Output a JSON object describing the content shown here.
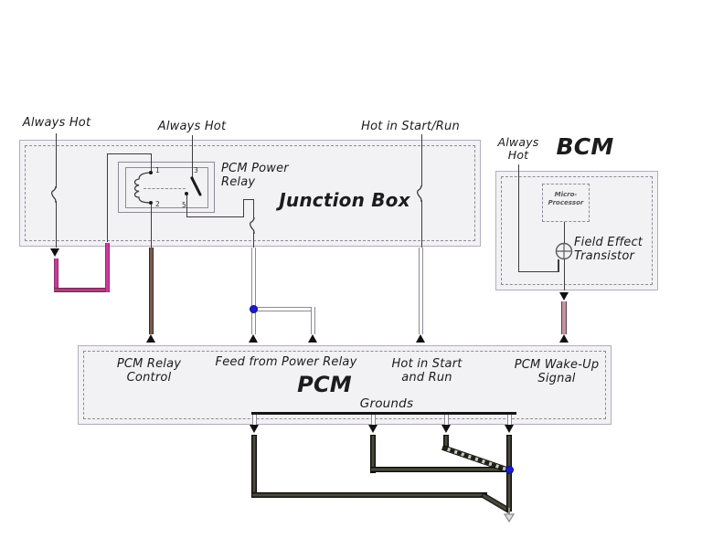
{
  "diagram": {
    "top_labels": {
      "always_hot_1": "Always Hot",
      "always_hot_2": "Always Hot",
      "hot_in_start_run": "Hot in Start/Run"
    },
    "junction_box": {
      "title": "Junction Box",
      "relay": {
        "label_line1": "PCM Power",
        "label_line2": "Relay",
        "pins": {
          "p1": "1",
          "p2": "2",
          "p3": "3",
          "p5": "5"
        }
      }
    },
    "bcm": {
      "title": "BCM",
      "always_hot_line1": "Always",
      "always_hot_line2": "Hot",
      "micro_line1": "Micro-",
      "micro_line2": "Processor",
      "fet_line1": "Field Effect",
      "fet_line2": "Transistor"
    },
    "pcm": {
      "title": "PCM",
      "relay_control_line1": "PCM Relay",
      "relay_control_line2": "Control",
      "feed_label": "Feed from Power Relay",
      "hot_start_line1": "Hot in Start",
      "hot_start_line2": "and Run",
      "wake_line1": "PCM Wake-Up",
      "wake_line2": "Signal",
      "grounds_label": "Grounds"
    },
    "colors": {
      "pink_wire": "#cb3a9c",
      "brown_wire": "#7a594f",
      "mauve_wire": "#c493a0",
      "gray_wire": "#8f8997",
      "ground_wire": "#22221b",
      "junction_dot": "#1b1bd6",
      "box_fill": "#f2f1f3",
      "box_border": "#b3adbf"
    }
  }
}
